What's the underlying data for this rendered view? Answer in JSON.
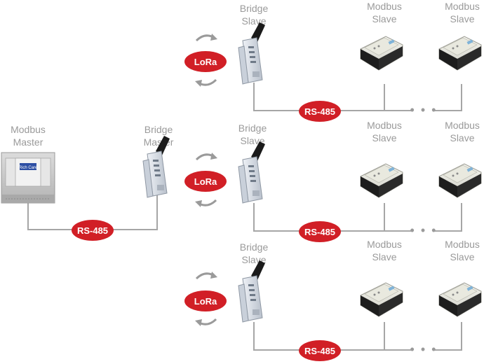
{
  "master": {
    "line1": "Modbus",
    "line2": "Master",
    "logo_text": "Rich Care"
  },
  "bridge_master": {
    "line1": "Bridge",
    "line2": "Master"
  },
  "bridge_slave": {
    "line1": "Bridge",
    "line2": "Slave"
  },
  "modbus_slave": {
    "line1": "Modbus",
    "line2": "Slave"
  },
  "badges": {
    "lora": "LoRa",
    "rs485": "RS-485"
  },
  "ellipsis": "• • •",
  "colors": {
    "badge": "#d11f26",
    "line": "#a6a6a6",
    "label": "#9a9a9a",
    "arrow": "#9a9a9a"
  }
}
